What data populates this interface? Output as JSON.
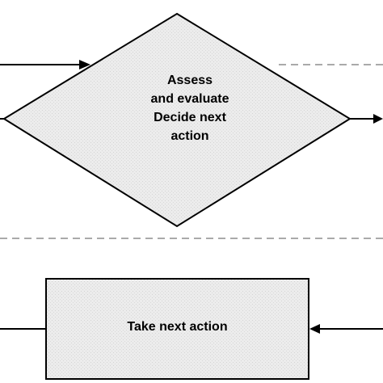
{
  "decision": {
    "lines": [
      "Assess",
      "and evaluate",
      "Decide next",
      "action"
    ]
  },
  "action": {
    "label": "Take next action"
  },
  "colors": {
    "shape_fill": "#ececec",
    "stroke": "#000000",
    "dash": "#555555"
  }
}
